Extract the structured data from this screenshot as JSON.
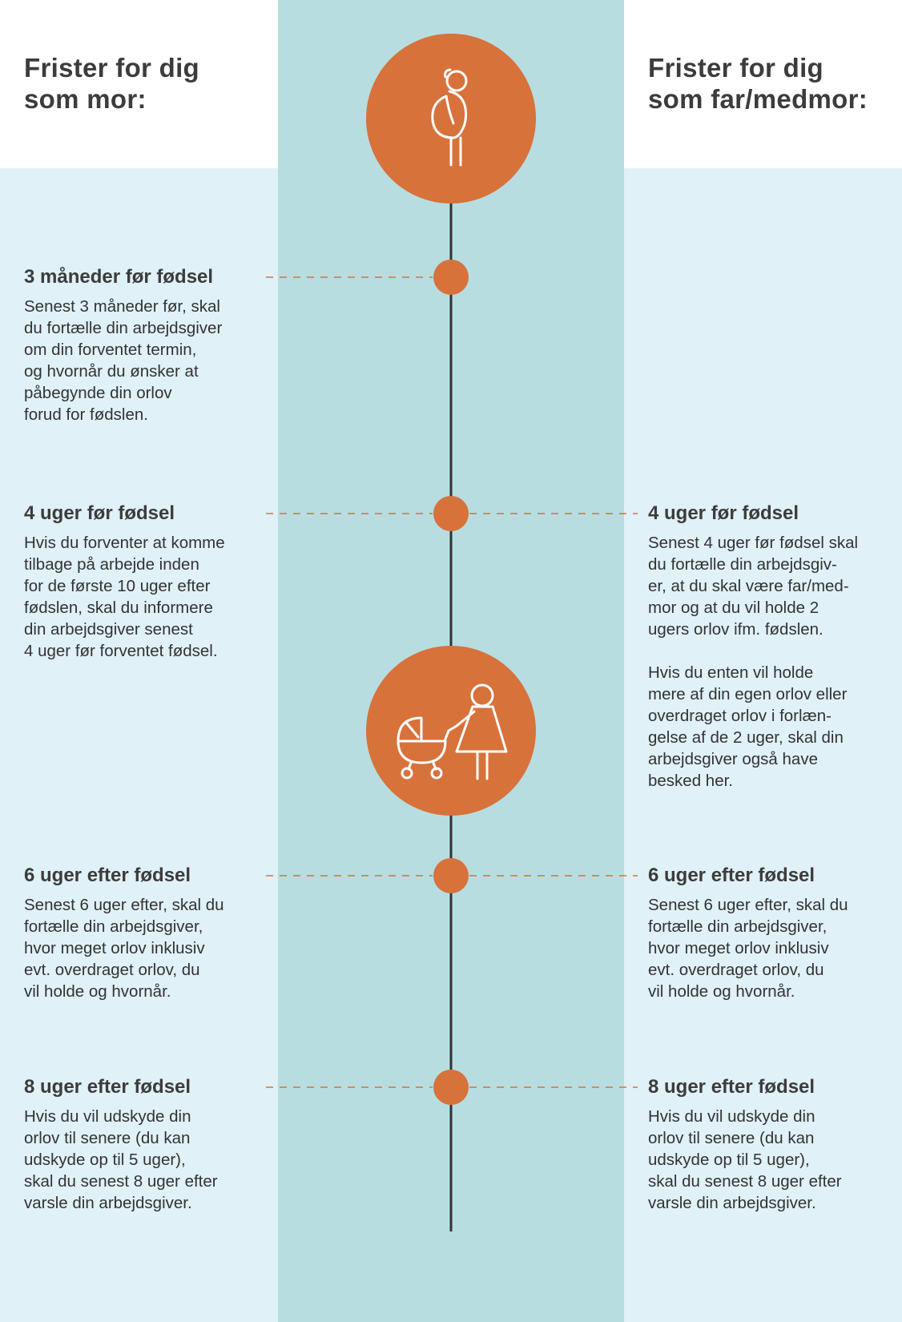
{
  "colors": {
    "accent": "#d7723b",
    "light_panel": "#e0f1f7",
    "center_band": "#b7dde1",
    "timeline": "#333333"
  },
  "left_column": {
    "title": "Frister for dig\nsom mor:",
    "entries": [
      {
        "heading": "3 måneder før fødsel",
        "text": "Senest 3 måneder før, skal\ndu fortælle din arbejdsgiver\nom din forventet termin,\nog hvornår du ønsker at\npåbegynde din orlov\nforud for fødslen."
      },
      {
        "heading": "4 uger før fødsel",
        "text": "Hvis du forventer at komme\ntilbage på arbejde inden\nfor de første 10 uger efter\nfødslen, skal du informere\ndin arbejdsgiver senest\n4 uger før forventet fødsel."
      },
      {
        "heading": "6 uger efter fødsel",
        "text": "Senest 6 uger efter, skal du\nfortælle din arbejdsgiver,\nhvor meget orlov inklusiv\nevt. overdraget orlov, du\nvil holde og hvornår."
      },
      {
        "heading": "8 uger efter fødsel",
        "text": "Hvis du vil udskyde din\norlov til senere (du kan\nudskyde op til 5 uger),\nskal du senest 8 uger efter\nvarsle din arbejdsgiver."
      }
    ]
  },
  "right_column": {
    "title": "Frister for dig\nsom far/medmor:",
    "entries": [
      {
        "heading": "4 uger før fødsel",
        "text": "Senest 4 uger før fødsel skal\ndu fortælle din arbejdsgiv-\ner, at du skal være far/med-\nmor og at du vil holde 2\nugers orlov ifm. fødslen.\n\nHvis du enten vil holde\nmere af din egen orlov eller\noverdraget orlov i forlæn-\ngelse af de 2 uger, skal din\narbejdsgiver også have\nbesked her."
      },
      {
        "heading": "6 uger efter fødsel",
        "text": "Senest 6 uger efter, skal du\nfortælle din arbejdsgiver,\nhvor meget orlov inklusiv\nevt. overdraget orlov, du\nvil holde og hvornår."
      },
      {
        "heading": "8 uger efter fødsel",
        "text": "Hvis du vil udskyde din\norlov til senere (du kan\nudskyde op til 5 uger),\nskal du senest 8 uger efter\nvarsle din arbejdsgiver."
      }
    ]
  },
  "icons": {
    "top": "pregnant-woman-icon",
    "middle": "woman-with-stroller-icon"
  }
}
